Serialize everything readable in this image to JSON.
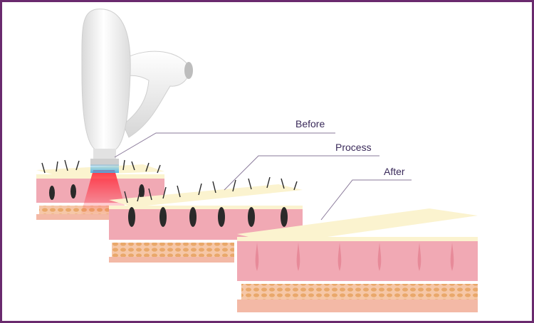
{
  "labels": {
    "before": "Before",
    "process": "Process",
    "after": "After"
  },
  "colors": {
    "border": "#6a2a6e",
    "epidermis": "#fbf3cf",
    "dermis": "#f1a9b4",
    "dermis_dark": "#e78a99",
    "fat": "#f6c7a7",
    "fat_cell": "#e9a86a",
    "hair": "#2a2a2a",
    "laser": "#e8323d",
    "device_glow": "#43b0e8",
    "leader_line": "#8a7a9a"
  },
  "icons": {
    "device": "laser-handpiece-icon"
  }
}
